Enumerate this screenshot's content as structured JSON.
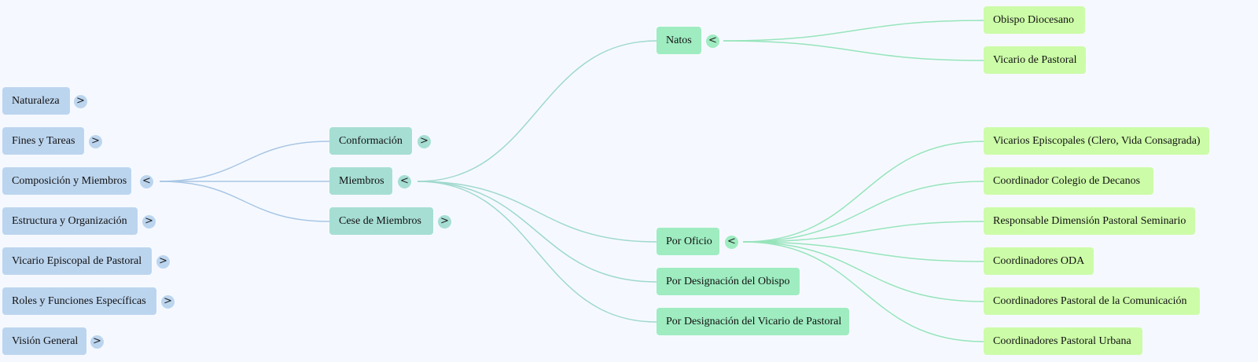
{
  "root_items": [
    {
      "label": "Naturaleza",
      "toggle": ">"
    },
    {
      "label": "Fines y Tareas",
      "toggle": ">"
    },
    {
      "label": "Composición y Miembros",
      "toggle": "<"
    },
    {
      "label": "Estructura y Organización",
      "toggle": ">"
    },
    {
      "label": "Vicario Episcopal de Pastoral",
      "toggle": ">"
    },
    {
      "label": "Roles y Funciones Específicas",
      "toggle": ">"
    },
    {
      "label": "Visión General",
      "toggle": ">"
    }
  ],
  "composicion_children": [
    {
      "label": "Conformación",
      "toggle": ">"
    },
    {
      "label": "Miembros",
      "toggle": "<"
    },
    {
      "label": "Cese de Miembros",
      "toggle": ">"
    }
  ],
  "miembros_children": [
    {
      "label": "Natos",
      "toggle": "<"
    },
    {
      "label": "Por Oficio",
      "toggle": "<"
    },
    {
      "label": "Por Designación del Obispo"
    },
    {
      "label": "Por Designación del Vicario de Pastoral"
    }
  ],
  "natos_children": [
    {
      "label": "Obispo Diocesano"
    },
    {
      "label": "Vicario de Pastoral"
    }
  ],
  "oficio_children": [
    {
      "label": "Vicarios Episcopales (Clero, Vida Consagrada)"
    },
    {
      "label": "Coordinador Colegio de Decanos"
    },
    {
      "label": "Responsable Dimensión Pastoral Seminario"
    },
    {
      "label": "Coordinadores ODA"
    },
    {
      "label": "Coordinadores Pastoral de la Comunicación"
    },
    {
      "label": "Coordinadores Pastoral Urbana"
    }
  ],
  "colors": {
    "background": "#f5f9ff",
    "level0": "#bcd5ef",
    "level1": "#a6ded4",
    "level2": "#9eecc0",
    "level3": "#ccfca8",
    "link0": "#a9c6e4",
    "link1": "#9fd8ce",
    "link2": "#97e4bb"
  }
}
